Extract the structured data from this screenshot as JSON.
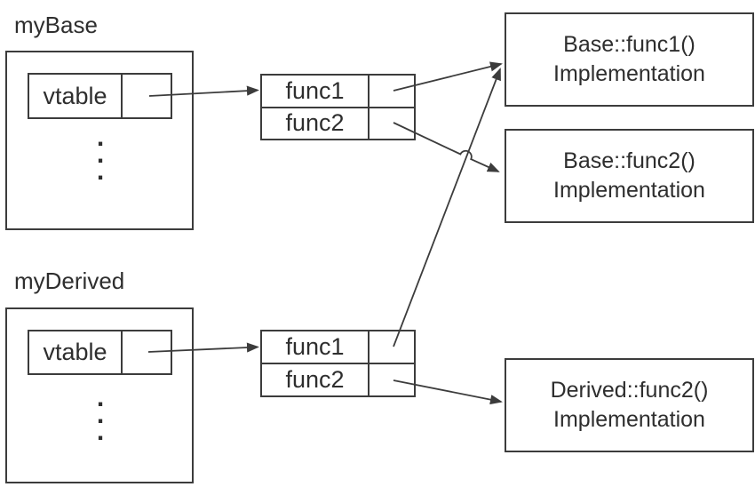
{
  "diagram": {
    "colors": {
      "stroke": "#3c3c3c",
      "text": "#2e2e2e",
      "background": "#ffffff"
    },
    "objects": [
      {
        "label": "myBase",
        "pointer_field": "vtable",
        "dots": [
          ".",
          ".",
          "."
        ]
      },
      {
        "label": "myDerived",
        "pointer_field": "vtable",
        "dots": [
          ".",
          ".",
          "."
        ]
      }
    ],
    "vtables": [
      {
        "rows": [
          {
            "name": "func1"
          },
          {
            "name": "func2"
          }
        ]
      },
      {
        "rows": [
          {
            "name": "func1"
          },
          {
            "name": "func2"
          }
        ]
      }
    ],
    "implementations": [
      {
        "title": "Base::func1()",
        "subtitle": "Implementation"
      },
      {
        "title": "Base::func2()",
        "subtitle": "Implementation"
      },
      {
        "title": "Derived::func2()",
        "subtitle": "Implementation"
      }
    ]
  }
}
